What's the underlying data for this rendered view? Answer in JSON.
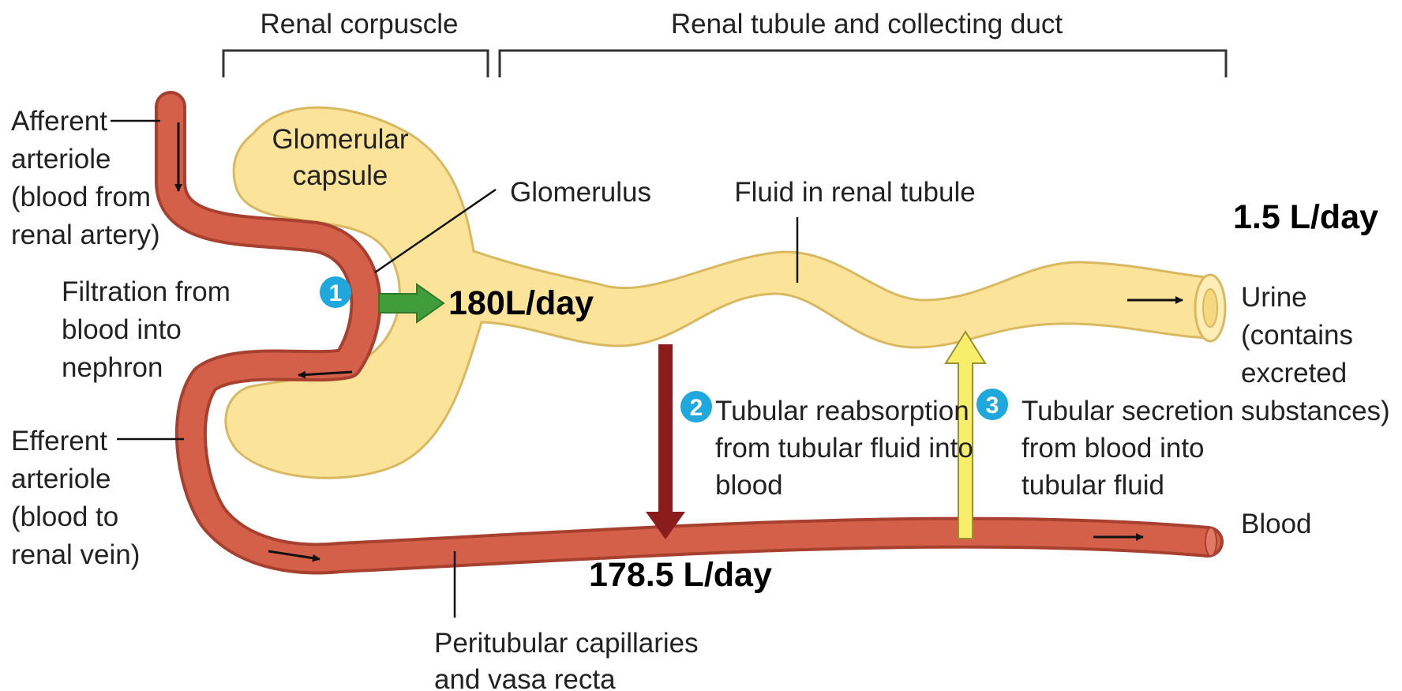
{
  "headers": {
    "renal_corpuscle": "Renal corpuscle",
    "renal_tubule": "Renal tubule and collecting duct"
  },
  "labels": {
    "afferent": [
      "Afferent",
      "arteriole",
      "(blood from",
      "renal artery)"
    ],
    "capsule": [
      "Glomerular",
      "capsule"
    ],
    "glomerulus": "Glomerulus",
    "fluid": "Fluid in renal tubule",
    "filtration": [
      "Filtration from",
      "blood into",
      "nephron"
    ],
    "efferent": [
      "Efferent",
      "arteriole",
      "(blood to",
      "renal vein)"
    ],
    "urine": [
      "Urine",
      "(contains",
      "excreted",
      "substances)"
    ],
    "reabsorption": [
      "Tubular reabsorption",
      "from tubular fluid into",
      "blood"
    ],
    "secretion": [
      "Tubular secretion",
      "from blood into",
      "tubular fluid"
    ],
    "blood": "Blood",
    "peritubular": [
      "Peritubular capillaries",
      "and vasa recta"
    ]
  },
  "steps": [
    "1",
    "2",
    "3"
  ],
  "rates": {
    "filtration": "180L/day",
    "reabsorption": "178.5 L/day",
    "urine": "1.5 L/day"
  },
  "colors": {
    "vessel": "#d4604a",
    "vessel_edge": "#a8402f",
    "tubule": "#fbe49a",
    "tubule_edge": "#d8b860",
    "step_circle": "#1ea8dd",
    "filtration_arrow": "#3f9e3a",
    "reabsorption_arrow": "#8b1c1c",
    "secretion_arrow": "#f7ef6a"
  }
}
